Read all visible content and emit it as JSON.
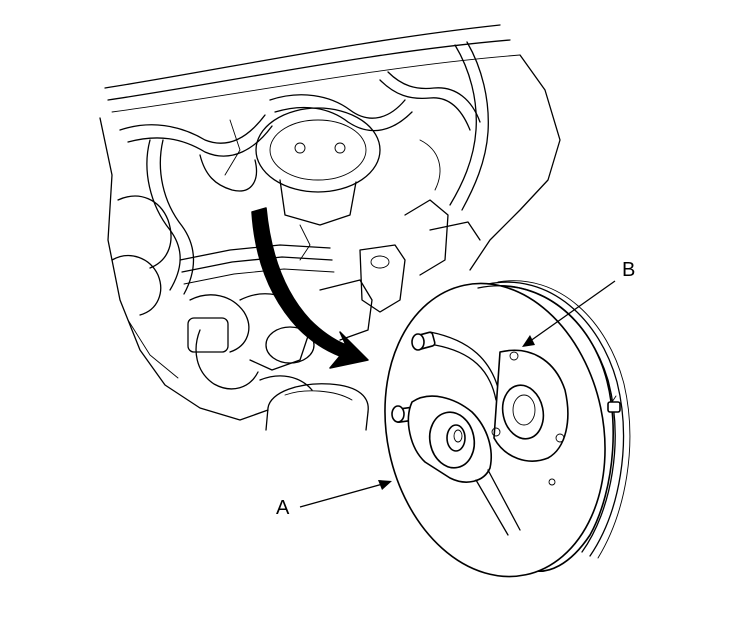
{
  "labels": {
    "a": "A",
    "b": "B"
  },
  "parts": {
    "engine_bay": "engine-compartment",
    "booster": "brake-booster"
  },
  "colors": {
    "ink": "#000000",
    "paper": "#ffffff"
  }
}
